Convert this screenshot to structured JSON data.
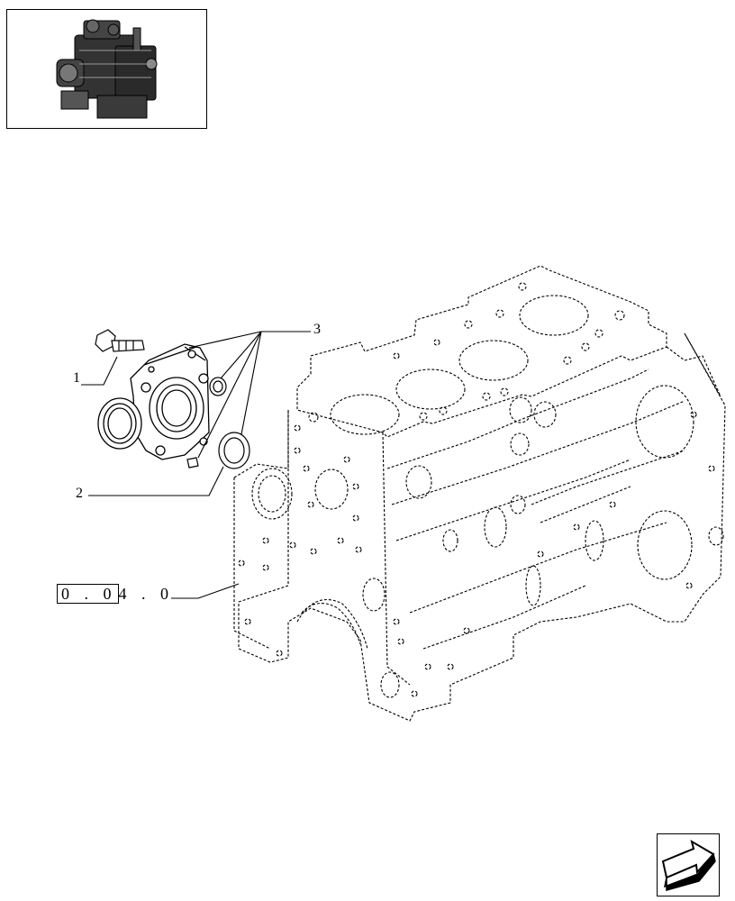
{
  "callouts": {
    "c1": "1",
    "c2": "2",
    "c3": "3"
  },
  "reference": {
    "boxed_part": "0 . 0",
    "rest_part": "4 . 0"
  },
  "icons": {
    "thumbnail": "engine-thumbnail-icon",
    "navigation": "next-page-arrow-icon"
  }
}
